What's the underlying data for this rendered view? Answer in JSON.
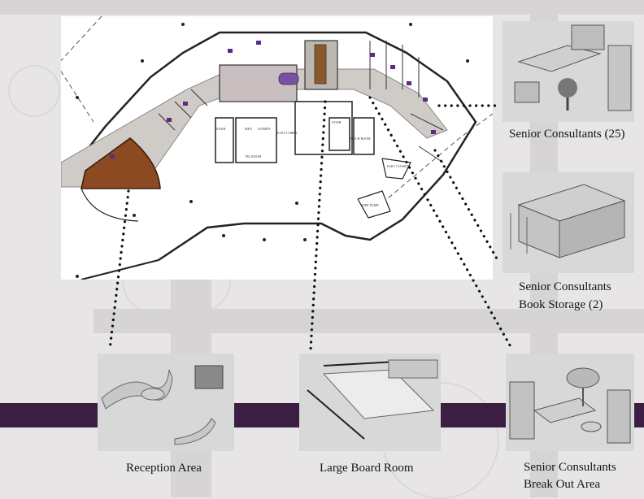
{
  "colors": {
    "background": "#e7e5e5",
    "band": "#d6d4d4",
    "accent_bar": "#3a1f42",
    "panel": "#d9d8d8",
    "reception_wood": "#8b4a22",
    "furniture_purple": "#5b2a86",
    "leader_line": "#111111"
  },
  "callouts": {
    "senior_consultants": {
      "label": "Senior Consultants (25)"
    },
    "book_storage": {
      "line1": "Senior Consultants",
      "line2": "Book Storage (2)"
    },
    "reception": {
      "label": "Reception Area"
    },
    "board_room": {
      "label": "Large Board Room"
    },
    "break_out": {
      "line1": "Senior Consultants",
      "line2": "Break Out Area"
    }
  },
  "plan_labels": {
    "stair_left": "STAIR",
    "men": "MEN",
    "women": "WOMEN",
    "tel_room": "TEL ROOM",
    "elev_lobby": "ELEV LOBBY",
    "stair_right": "STAIR",
    "mech_room": "MECH ROOM",
    "elec_closet": "ELEC CLOSET",
    "fire_pump": "FIRE PUMP"
  }
}
